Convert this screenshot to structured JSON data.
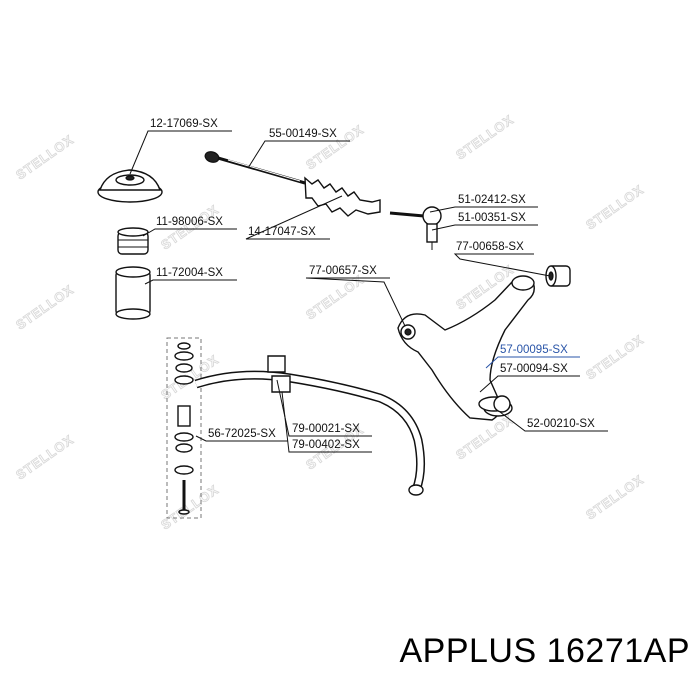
{
  "watermark_text": "STELLOX",
  "labels": [
    {
      "id": "12-17069-SX",
      "text": "12-17069-SX"
    },
    {
      "id": "55-00149-SX",
      "text": "55-00149-SX"
    },
    {
      "id": "11-98006-SX",
      "text": "11-98006-SX"
    },
    {
      "id": "14-17047-SX",
      "text": "14-17047-SX"
    },
    {
      "id": "51-02412-SX",
      "text": "51-02412-SX"
    },
    {
      "id": "51-00351-SX",
      "text": "51-00351-SX"
    },
    {
      "id": "77-00658-SX",
      "text": "77-00658-SX"
    },
    {
      "id": "11-72004-SX",
      "text": "11-72004-SX"
    },
    {
      "id": "77-00657-SX",
      "text": "77-00657-SX"
    },
    {
      "id": "57-00095-SX",
      "text": "57-00095-SX",
      "highlight": true
    },
    {
      "id": "57-00094-SX",
      "text": "57-00094-SX"
    },
    {
      "id": "52-00210-SX",
      "text": "52-00210-SX"
    },
    {
      "id": "56-72025-SX",
      "text": "56-72025-SX"
    },
    {
      "id": "79-00021-SX",
      "text": "79-00021-SX"
    },
    {
      "id": "79-00402-SX",
      "text": "79-00402-SX"
    }
  ],
  "caption": "APPLUS 16271AP",
  "colors": {
    "highlight": "#2a55a8",
    "ink": "#111111",
    "watermark": "#d9d9d9"
  }
}
